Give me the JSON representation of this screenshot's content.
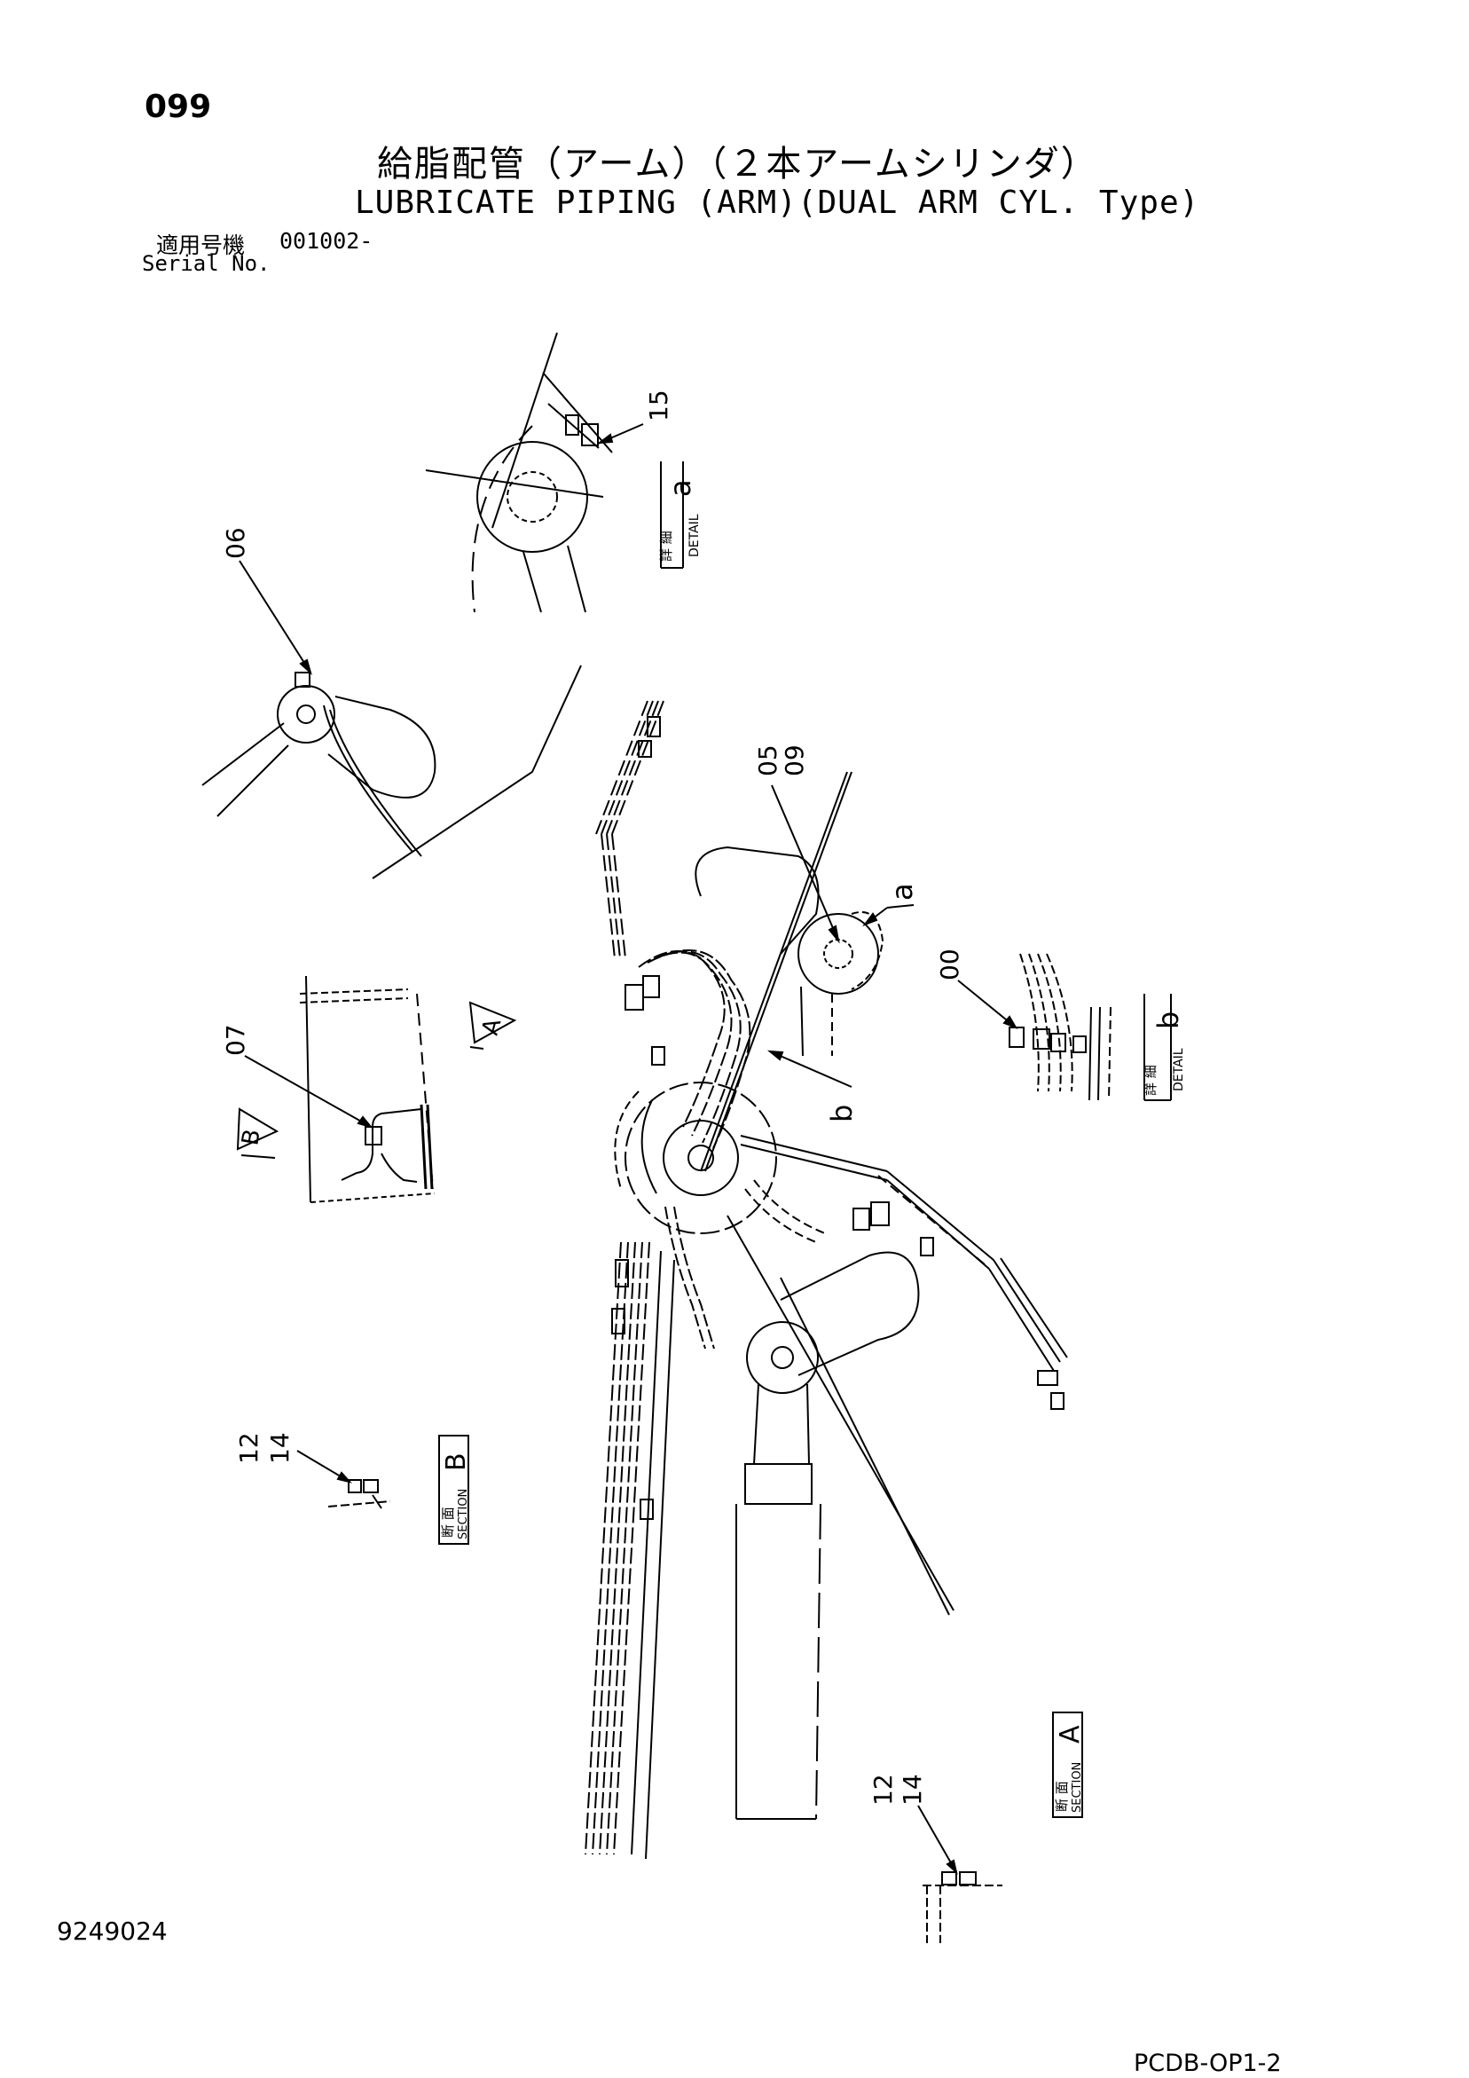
{
  "header": {
    "page_number": "099",
    "title_ja": "給脂配管（アーム）（２本アームシリンダ）",
    "title_en": "LUBRICATE PIPING (ARM)(DUAL ARM CYL. Type)",
    "serial_label_ja": "適用号機",
    "serial_value": "001002-",
    "serial_label_en": "Serial No."
  },
  "callouts": {
    "p15": "15",
    "p06": "06",
    "p05": "05",
    "p09": "09",
    "p00": "00",
    "p07": "07",
    "p12a": "12",
    "p14a": "14",
    "p12b": "12",
    "p14b": "14",
    "letter_a": "a",
    "letter_b": "b"
  },
  "views": {
    "detail_a": {
      "ja": "詳 細",
      "en": "DETAIL",
      "letter": "a"
    },
    "detail_b": {
      "ja": "詳 細",
      "en": "DETAIL",
      "letter": "b"
    },
    "section_b": {
      "ja": "断 面",
      "en": "SECTION",
      "letter": "B"
    },
    "section_a": {
      "ja": "断 面",
      "en": "SECTION",
      "letter": "A"
    },
    "arrow_a": "A",
    "arrow_b": "B"
  },
  "footer": {
    "doc_number": "9249024",
    "reference": "PCDB-OP1-2"
  }
}
